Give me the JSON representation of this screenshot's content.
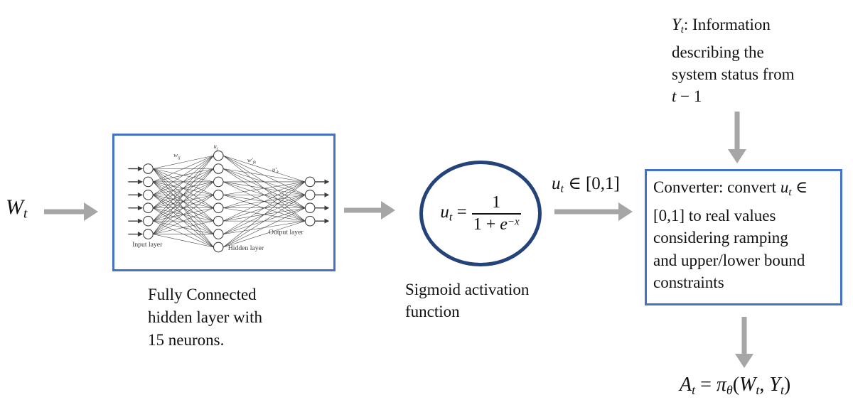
{
  "colors": {
    "box_border": "#4472C4",
    "circle_border": "#24437A",
    "arrow_gray": "#A6A6A6",
    "nn_ink": "#3a3a3a",
    "text": "#111111"
  },
  "input_label": {
    "base": "W",
    "sub": "t"
  },
  "network": {
    "input_count": 6,
    "hidden_count": 8,
    "output_count": 4,
    "weight1_label": {
      "base": "w",
      "sub": "ij"
    },
    "hidden_unit_label": {
      "base": "u",
      "sub": "j"
    },
    "weight2_label": {
      "base": "w′",
      "sub": "jk"
    },
    "output_unit_label": {
      "base": "u′",
      "sub": "k"
    },
    "input_layer_label": "Input layer",
    "hidden_layer_label": "Hidden layer",
    "output_layer_label": "Output layer",
    "caption": {
      "line1": "Fully Connected",
      "line2": "hidden layer with",
      "line3": "15 neurons."
    }
  },
  "sigmoid": {
    "lhs": {
      "base": "u",
      "sub": "t"
    },
    "equals": "=",
    "fraction": {
      "numerator": "1",
      "den_pre": "1 + ",
      "den_e": "e",
      "den_sup": "−x"
    },
    "caption": {
      "line1": "Sigmoid activation",
      "line2": "function"
    }
  },
  "ut_range": {
    "base": "u",
    "sub": "t",
    "rest": " ∈ [0,1]"
  },
  "yt_info": {
    "base": "Y",
    "sub": "t",
    "line1_rest": ": Information",
    "line2": "describing the",
    "line3": "system status from",
    "line4_t": "t",
    "line4_rest": " − 1"
  },
  "converter": {
    "line1_pre": "Converter: convert ",
    "math": {
      "base": "u",
      "sub": "t"
    },
    "line1_post": " ∈",
    "line2": "[0,1] to real values",
    "line3": "considering ramping",
    "line4": "and upper/lower bound",
    "line5": "constraints"
  },
  "output_formula": {
    "lhs_base": "A",
    "lhs_sub": "t",
    "equals": " = ",
    "pi": "π",
    "pi_sub": "θ",
    "open": "(",
    "w_base": "W",
    "w_sub": "t",
    "sep": ", ",
    "y_base": "Y",
    "y_sub": "t",
    "close": ")"
  }
}
